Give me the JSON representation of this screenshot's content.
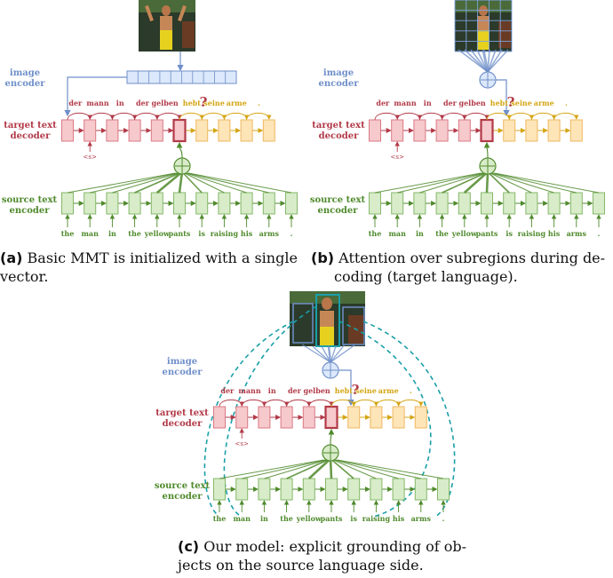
{
  "colors": {
    "image": "#6f8fc9",
    "decoder": "#b23a48",
    "decoder_fill": "#f6c9cc",
    "decoder_stroke": "#d97a84",
    "future": "#d4a514",
    "future_fill": "#fde5b8",
    "future_stroke": "#f0b860",
    "encoder": "#4f8a2c",
    "encoder_fill": "#d8ecc9",
    "encoder_stroke": "#86b86a",
    "grounding": "#1a9fa8",
    "image_box_fill": "#dce8fb",
    "image_box_stroke": "#6f8fc9"
  },
  "labels": {
    "image_encoder_1": "image",
    "image_encoder_2": "encoder",
    "target_decoder_1": "target text",
    "target_decoder_2": "decoder",
    "source_encoder_1": "source text",
    "source_encoder_2": "encoder",
    "start_token": "<s>",
    "query": "?"
  },
  "decoder_words": [
    "der",
    "mann",
    "in",
    "der",
    "gelben"
  ],
  "future_words": [
    "hebt",
    "seine",
    "arme",
    "."
  ],
  "source_words": [
    "the",
    "man",
    "in",
    "the",
    "yellow",
    "pants",
    "is",
    "raising",
    "his",
    "arms",
    "."
  ],
  "captions": {
    "a_tag": "(a)",
    "a_line1": "Basic MMT is initialized with a single",
    "a_line2": "vector.",
    "b_tag": "(b)",
    "b_line1": "Attention over subregions during de-",
    "b_line2": "coding (target language).",
    "c_tag": "(c)",
    "c_line1": "Our model: explicit grounding of ob-",
    "c_line2": "jects on the source language side."
  }
}
